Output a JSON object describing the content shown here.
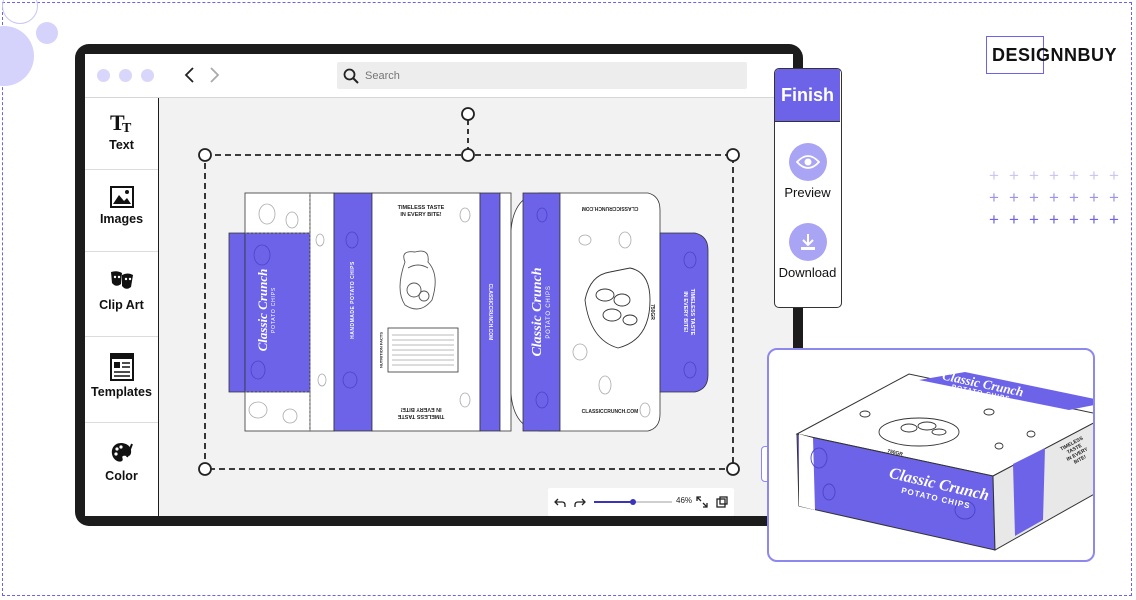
{
  "brand": {
    "logo_text": "DESIGNNBUY"
  },
  "colors": {
    "accent": "#6c63e8",
    "accent_light": "#a9a4f4",
    "dark": "#1c1c1c"
  },
  "browser": {
    "search_placeholder": "Search",
    "back_icon": "chevron-left-icon",
    "forward_icon": "chevron-right-icon"
  },
  "sidebar": {
    "items": [
      {
        "label": "Text",
        "icon": "text-icon"
      },
      {
        "label": "Images",
        "icon": "image-icon"
      },
      {
        "label": "Clip Art",
        "icon": "clipart-icon"
      },
      {
        "label": "Templates",
        "icon": "templates-icon"
      },
      {
        "label": "Color",
        "icon": "palette-icon"
      }
    ]
  },
  "design": {
    "brand_name": "Classic Crunch",
    "product_name": "POTATO CHIPS",
    "tagline_line1": "TIMELESS TASTE",
    "tagline_line2": "IN EVERY BITE!",
    "website": "CLASSICCRUNCH.COM",
    "handmade": "HANDMADE POTATO CHIPS",
    "nutrition_title": "NUTRITION FACTS",
    "weight": "750GR"
  },
  "zoom": {
    "level": "46%",
    "level_fraction": 0.46,
    "undo_icon": "undo-icon",
    "redo_icon": "redo-icon"
  },
  "actions": {
    "finish_label": "Finish",
    "preview_label": "Preview",
    "download_label": "Download"
  }
}
